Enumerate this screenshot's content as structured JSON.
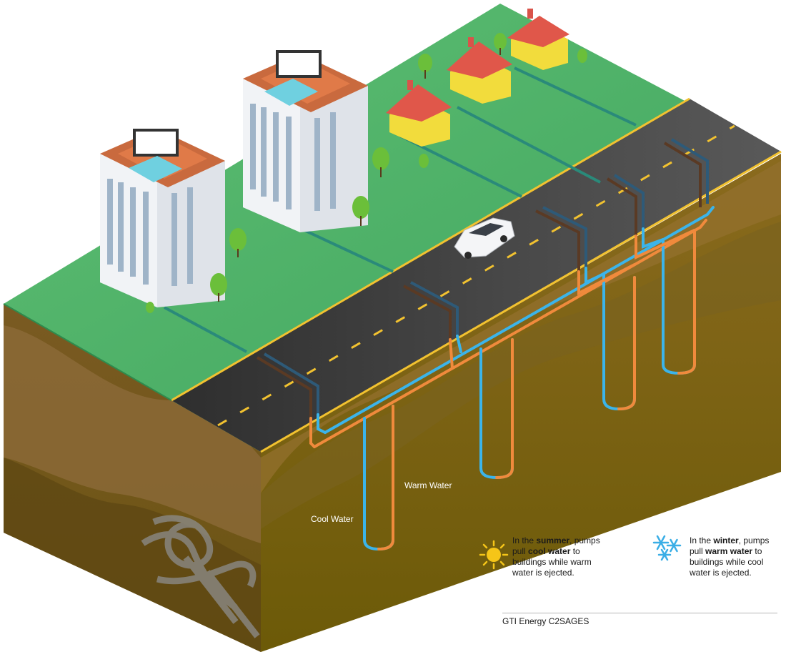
{
  "labels": {
    "warm_water": "Warm Water",
    "cool_water": "Cool Water"
  },
  "legend": {
    "summer": {
      "icon": "sun-icon",
      "prefix": "In the ",
      "season": "summer",
      "middle": ", pumps pull ",
      "highlight": "cool water",
      "suffix": " to buildings while warm water is ejected."
    },
    "winter": {
      "icon": "snowflake-icon",
      "prefix": "In the ",
      "season": "winter",
      "middle": ", pumps pull ",
      "highlight": "warm water",
      "suffix": " to buildings while cool water is ejected."
    }
  },
  "credit": "GTI Energy C2SAGES",
  "colors": {
    "grass": "#4cae6a",
    "road": "#3a3a3a",
    "road_edge": "#f2c230",
    "soil_top": "#8a6a2e",
    "soil_bottom": "#6e5a12",
    "cool_pipe": "#3bb4ea",
    "warm_pipe": "#f08a3c",
    "sun": "#f5c518",
    "snow": "#3aaee6"
  }
}
